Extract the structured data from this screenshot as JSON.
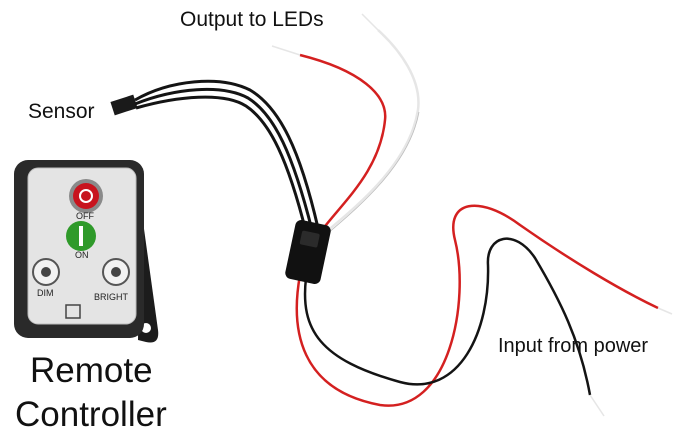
{
  "labels": {
    "output": "Output to LEDs",
    "sensor": "Sensor",
    "input": "Input from power",
    "remote_line1": "Remote",
    "remote_line2": "Controller"
  },
  "remote": {
    "off": "OFF",
    "on": "ON",
    "dim": "DIM",
    "bright": "BRIGHT"
  },
  "colors": {
    "background": "#ffffff",
    "wire_red": "#d42020",
    "wire_black": "#141414",
    "wire_white": "#e6e6e6",
    "remote_body": "#2a2a2a",
    "remote_face": "#e4e4e4",
    "off_button": "#c8141e",
    "on_button": "#2f9a2a"
  },
  "icons": [
    "power-off-icon",
    "power-on-icon",
    "bulb-dim-icon",
    "bulb-bright-icon",
    "logo-icon"
  ]
}
